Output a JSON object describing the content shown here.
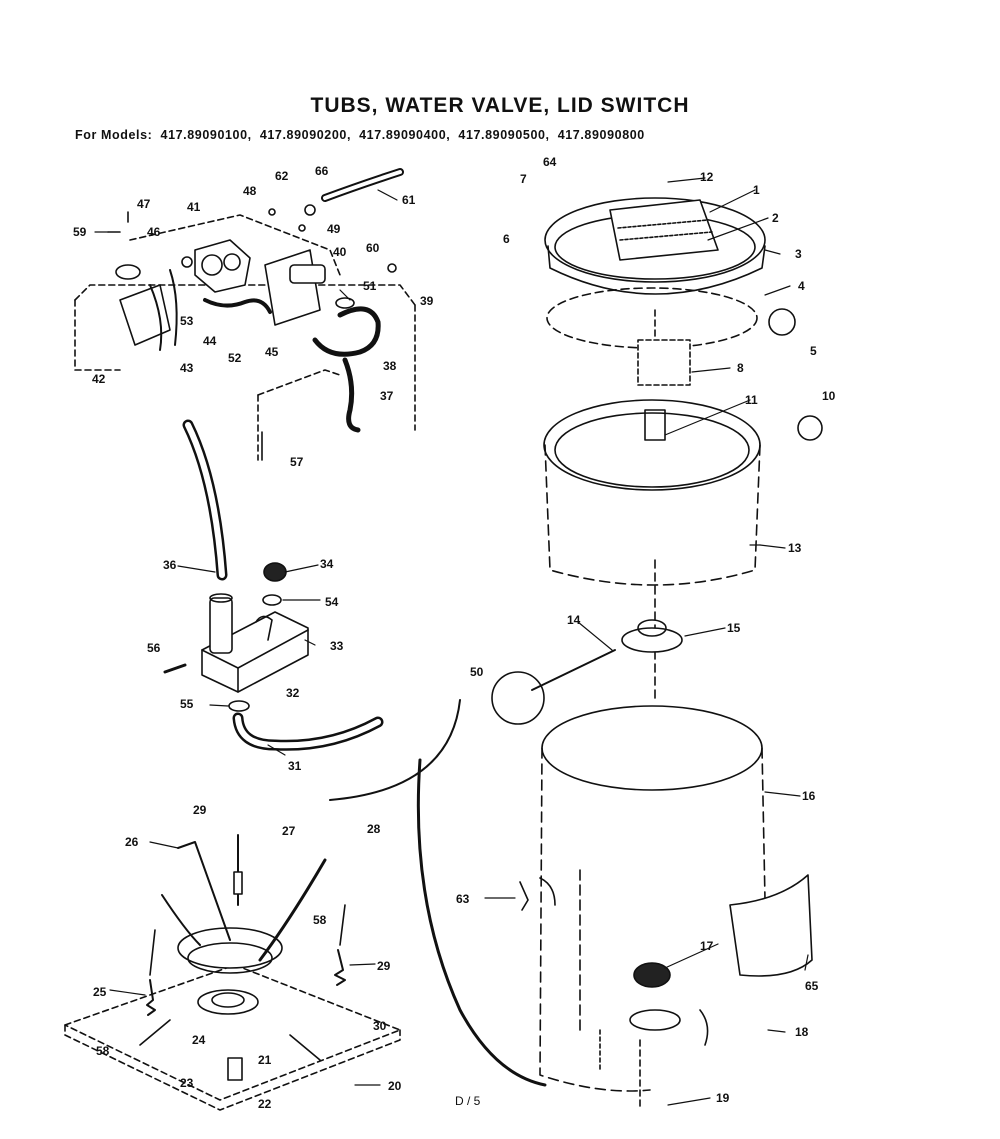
{
  "title": "TUBS, WATER VALVE, LID SWITCH",
  "models": {
    "prefix": "For Models:",
    "list": [
      "417.89090100,",
      "417.89090200,",
      "417.89090400,",
      "417.89090500,",
      "417.89090800"
    ]
  },
  "page_number": "D / 5",
  "callouts": [
    "1",
    "2",
    "3",
    "4",
    "5",
    "6",
    "7",
    "8",
    "10",
    "11",
    "12",
    "13",
    "14",
    "15",
    "16",
    "17",
    "18",
    "19",
    "20",
    "21",
    "22",
    "23",
    "24",
    "25",
    "26",
    "27",
    "28",
    "29",
    "29",
    "30",
    "31",
    "32",
    "33",
    "34",
    "36",
    "37",
    "38",
    "39",
    "40",
    "41",
    "42",
    "43",
    "44",
    "45",
    "46",
    "47",
    "48",
    "49",
    "50",
    "51",
    "52",
    "53",
    "54",
    "55",
    "56",
    "57",
    "58",
    "58",
    "59",
    "60",
    "61",
    "62",
    "63",
    "64",
    "65",
    "66"
  ]
}
